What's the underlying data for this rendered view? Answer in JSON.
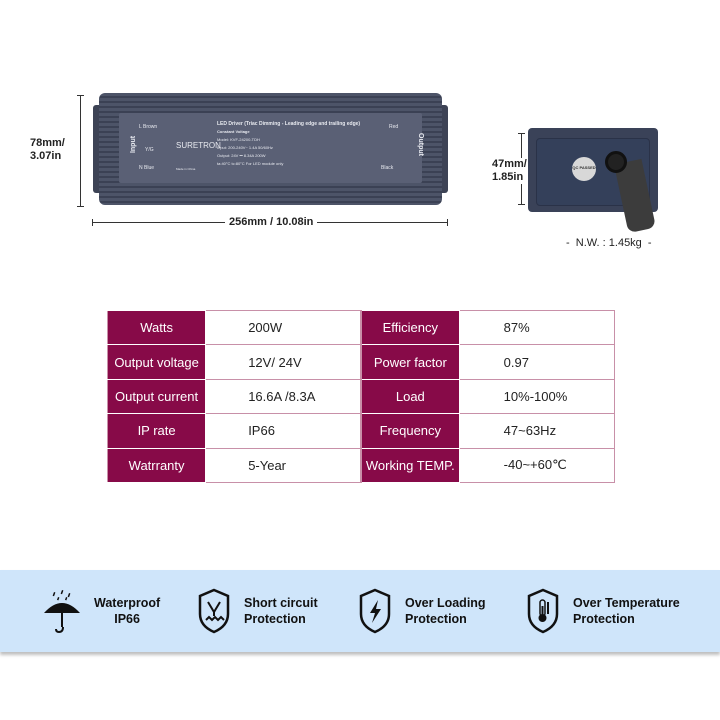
{
  "product": {
    "brand": "SURETRON",
    "label_title": "LED Driver (Triac Dimming - Leading edge and trailing edge)",
    "label_subtitle": "Constant Voltage",
    "model": "Model: KVF-24200-TDH",
    "input": "Input: 200-240V~ 1.4A 50/60Hz",
    "output": "Output: 24V ⎓ 8.34A  200W",
    "temps": "ta:40°C  tc:80°C   For LED module only",
    "made_in": "Made in China",
    "input_side": "Input",
    "output_side": "Output",
    "wire_l": "L Brown",
    "wire_n": "N Blue",
    "wire_ground": "Y/G",
    "wire_red": "Red",
    "wire_black": "Black",
    "qc_label": "QC PASSED"
  },
  "dimensions": {
    "height": "78mm/\n3.07in",
    "height_l1": "78mm/",
    "height_l2": "3.07in",
    "length": "256mm / 10.08in",
    "depth_l1": "47mm/",
    "depth_l2": "1.85in",
    "net_weight": "-  N.W. : 1.45kg  -"
  },
  "specs": [
    {
      "label": "Watts",
      "value": "200W",
      "label2": "Efficiency",
      "value2": "87%"
    },
    {
      "label": "Output voltage",
      "value": "12V/ 24V",
      "label2": "Power factor",
      "value2": "0.97"
    },
    {
      "label": "Output current",
      "value": "16.6A /8.3A",
      "label2": "Load",
      "value2": "10%-100%"
    },
    {
      "label": "IP rate",
      "value": "IP66",
      "label2": "Frequency",
      "value2": "47~63Hz"
    },
    {
      "label": "Watrranty",
      "value": "5-Year",
      "label2": "Working TEMP.",
      "value2": "-40~+60℃"
    }
  ],
  "features": [
    {
      "icon": "umbrella-rain-icon",
      "l1": "Waterproof",
      "l2": "IP66"
    },
    {
      "icon": "shield-short-circuit-icon",
      "l1": "Short circuit",
      "l2": "Protection"
    },
    {
      "icon": "shield-lightning-icon",
      "l1": "Over Loading",
      "l2": "Protection"
    },
    {
      "icon": "shield-thermometer-icon",
      "l1": "Over Temperature",
      "l2": "Protection"
    }
  ],
  "colors": {
    "spec_header": "#870a48",
    "band": "#cfe5fa"
  }
}
